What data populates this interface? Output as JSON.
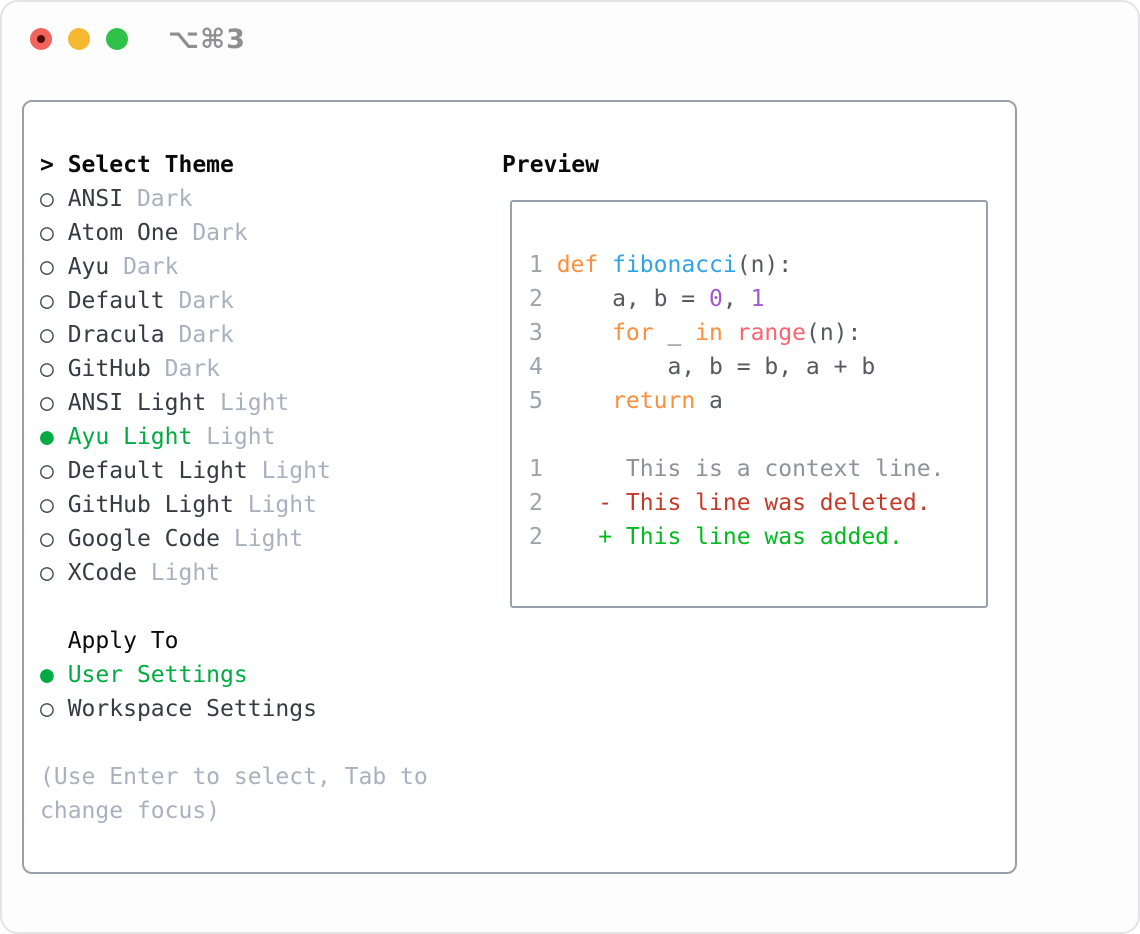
{
  "window": {
    "shortcut_label": "⌥⌘3",
    "traffic_lights": [
      "close",
      "minimize",
      "zoom"
    ]
  },
  "icons": {
    "radio_unselected": "○",
    "radio_selected": "●",
    "prompt": ">"
  },
  "colors": {
    "selection_green": "#00ab41",
    "panel_border": "#98a1ab",
    "secondary_text": "#a9b1bf",
    "primary_text": "#363b44",
    "keyword_orange": "#fb8f3c",
    "function_blue": "#2fa3e8",
    "number_purple": "#a259cf",
    "builtin_coral": "#f7666f",
    "diff_deleted_red": "#c33b28",
    "diff_added_green": "#00bb1f",
    "traffic_red": "#f2635c",
    "traffic_yellow": "#f5b831",
    "traffic_green": "#2fc149"
  },
  "theme_selector": {
    "prompt": ">",
    "header": "Select Theme",
    "items": [
      {
        "name": "ANSI",
        "variant": "Dark",
        "selected": false
      },
      {
        "name": "Atom One",
        "variant": "Dark",
        "selected": false
      },
      {
        "name": "Ayu",
        "variant": "Dark",
        "selected": false
      },
      {
        "name": "Default",
        "variant": "Dark",
        "selected": false
      },
      {
        "name": "Dracula",
        "variant": "Dark",
        "selected": false
      },
      {
        "name": "GitHub",
        "variant": "Dark",
        "selected": false
      },
      {
        "name": "ANSI Light",
        "variant": "Light",
        "selected": false
      },
      {
        "name": "Ayu Light",
        "variant": "Light",
        "selected": true
      },
      {
        "name": "Default Light",
        "variant": "Light",
        "selected": false
      },
      {
        "name": "GitHub Light",
        "variant": "Light",
        "selected": false
      },
      {
        "name": "Google Code",
        "variant": "Light",
        "selected": false
      },
      {
        "name": "XCode",
        "variant": "Light",
        "selected": false
      }
    ]
  },
  "apply_to": {
    "header": "Apply To",
    "options": [
      {
        "label": "User Settings",
        "selected": true
      },
      {
        "label": "Workspace Settings",
        "selected": false
      }
    ]
  },
  "hint": "(Use Enter to select, Tab to change focus)",
  "preview": {
    "header": "Preview",
    "code_lines": [
      {
        "num": "1",
        "segments": [
          [
            "kw",
            "def"
          ],
          [
            "pl",
            " "
          ],
          [
            "fn",
            "fibonacci"
          ],
          [
            "pl",
            "(n):"
          ]
        ]
      },
      {
        "num": "2",
        "segments": [
          [
            "pl",
            "    a, b = "
          ],
          [
            "num",
            "0"
          ],
          [
            "pl",
            ", "
          ],
          [
            "num",
            "1"
          ]
        ]
      },
      {
        "num": "3",
        "segments": [
          [
            "pl",
            "    "
          ],
          [
            "kw",
            "for"
          ],
          [
            "pl",
            " _ "
          ],
          [
            "kw",
            "in"
          ],
          [
            "pl",
            " "
          ],
          [
            "sp",
            "range"
          ],
          [
            "pl",
            "(n):"
          ]
        ]
      },
      {
        "num": "4",
        "segments": [
          [
            "pl",
            "        a, b = b, a + b"
          ]
        ]
      },
      {
        "num": "5",
        "segments": [
          [
            "pl",
            "    "
          ],
          [
            "kw",
            "return"
          ],
          [
            "pl",
            " a"
          ]
        ]
      }
    ],
    "diff_lines": [
      {
        "num": "1",
        "kind": "context",
        "text": "     This is a context line."
      },
      {
        "num": "2",
        "kind": "deleted",
        "text": "   - This line was deleted."
      },
      {
        "num": "2",
        "kind": "added",
        "text": "   + This line was added."
      }
    ]
  }
}
